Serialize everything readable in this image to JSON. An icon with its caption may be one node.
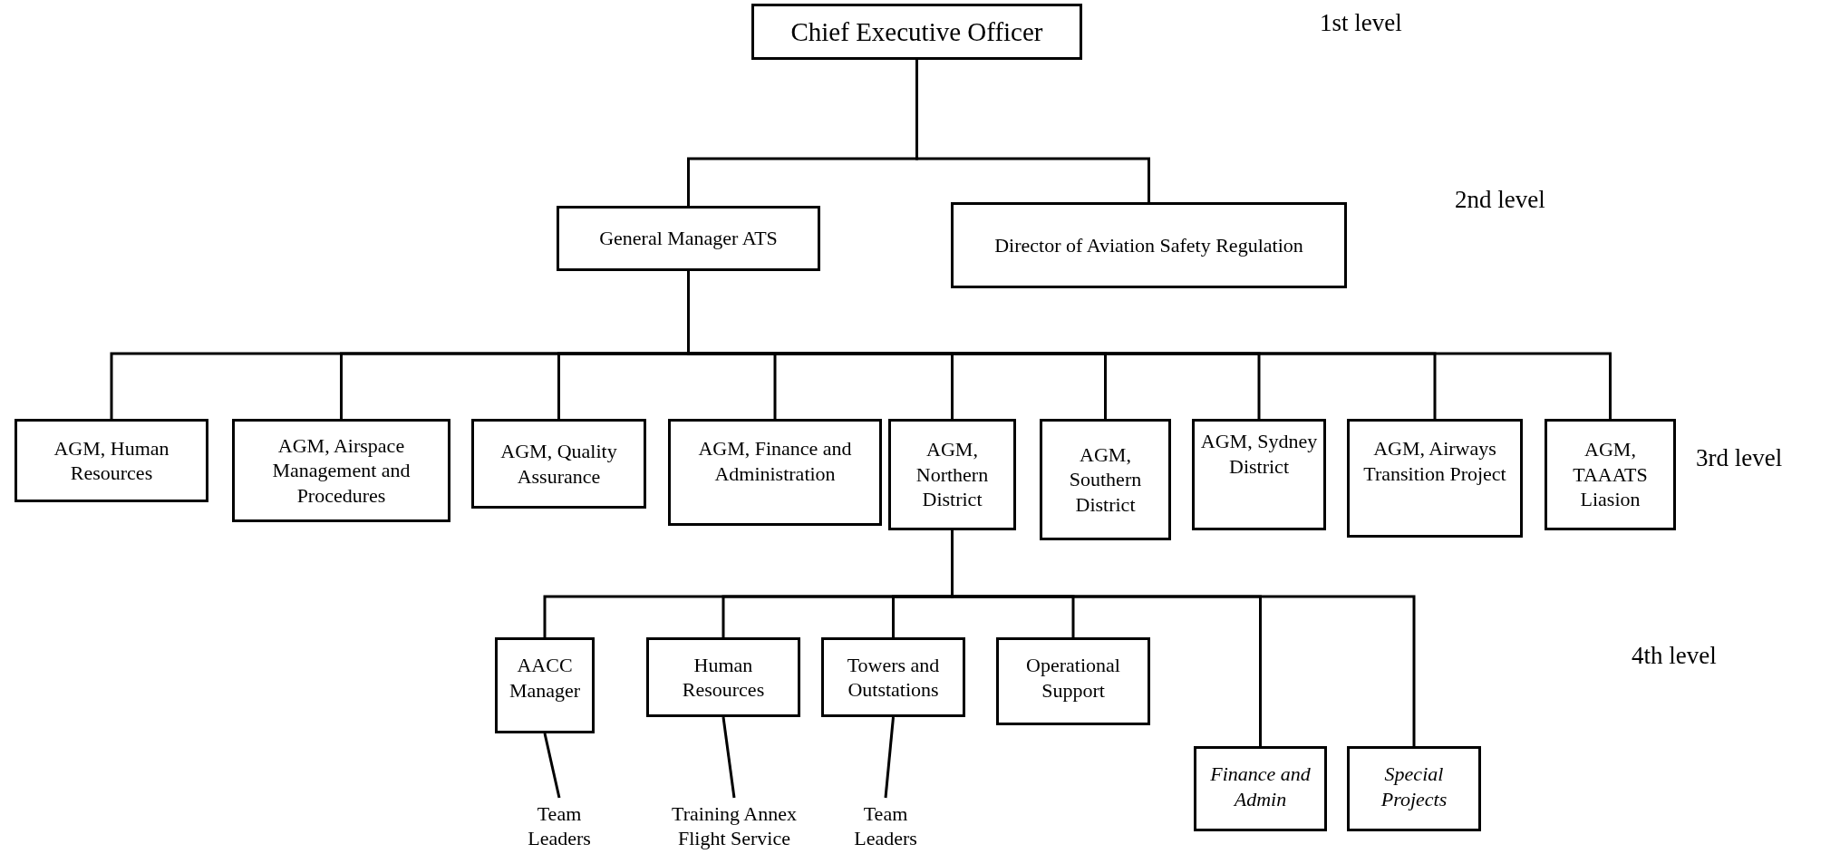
{
  "diagram": {
    "nodes": [
      {
        "text": [
          "Chief Executive Officer"
        ]
      },
      {
        "text": [
          "General Manager ATS"
        ]
      },
      {
        "text": [
          "Director of Aviation Safety Regulation"
        ]
      },
      {
        "text": [
          "AGM, Human Resources"
        ]
      },
      {
        "text": [
          "AGM, Airspace Management and Procedures"
        ]
      },
      {
        "text": [
          "AGM, Quality Assurance"
        ]
      },
      {
        "text": [
          "AGM, Finance and Administration"
        ]
      },
      {
        "text": [
          "AGM, Northern District"
        ]
      },
      {
        "text": [
          "AGM, Southern District"
        ]
      },
      {
        "text": [
          "AGM, Sydney District"
        ]
      },
      {
        "text": [
          "AGM, Airways Transition Project"
        ]
      },
      {
        "text": [
          "AGM, TAAATS Liasion"
        ]
      },
      {
        "text": [
          "AACC Manager"
        ]
      },
      {
        "text": [
          "Human Resources"
        ]
      },
      {
        "text": [
          "Towers and Outstations"
        ]
      },
      {
        "text": [
          "Operational Support"
        ]
      },
      {
        "text": [
          "Finance and Admin"
        ]
      },
      {
        "text": [
          "Special Projects"
        ]
      },
      {
        "text": [
          "Team Leaders"
        ]
      },
      {
        "text": [
          "Training Annex Flight Service"
        ]
      },
      {
        "text": [
          "Team Leaders"
        ]
      }
    ],
    "edges": [
      {
        "from": 0,
        "to": 1,
        "arrow": "none"
      },
      {
        "from": 0,
        "to": 2,
        "arrow": "none"
      },
      {
        "from": 1,
        "to": 3,
        "arrow": "none"
      },
      {
        "from": 1,
        "to": 4,
        "arrow": "none"
      },
      {
        "from": 1,
        "to": 5,
        "arrow": "none"
      },
      {
        "from": 1,
        "to": 6,
        "arrow": "none"
      },
      {
        "from": 1,
        "to": 7,
        "arrow": "none"
      },
      {
        "from": 1,
        "to": 8,
        "arrow": "none"
      },
      {
        "from": 1,
        "to": 9,
        "arrow": "none"
      },
      {
        "from": 1,
        "to": 10,
        "arrow": "none"
      },
      {
        "from": 1,
        "to": 11,
        "arrow": "none"
      },
      {
        "from": 7,
        "to": 12,
        "arrow": "none"
      },
      {
        "from": 7,
        "to": 13,
        "arrow": "none"
      },
      {
        "from": 7,
        "to": 14,
        "arrow": "none"
      },
      {
        "from": 7,
        "to": 15,
        "arrow": "none"
      },
      {
        "from": 7,
        "to": 16,
        "arrow": "none"
      },
      {
        "from": 7,
        "to": 17,
        "arrow": "none"
      },
      {
        "from": 12,
        "to": 18,
        "arrow": "none"
      },
      {
        "from": 13,
        "to": 19,
        "arrow": "none"
      },
      {
        "from": 14,
        "to": 20,
        "arrow": "none"
      }
    ],
    "labels": [
      "1st level",
      "2nd level",
      "3rd level",
      "4th level"
    ]
  }
}
